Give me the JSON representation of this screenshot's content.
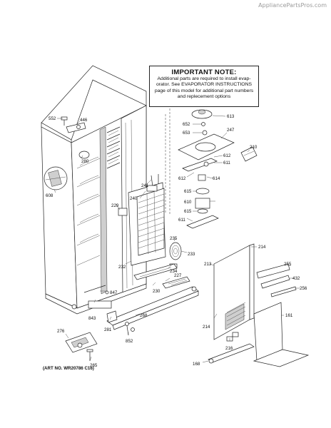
{
  "watermark": "AppliancePartsPros.com",
  "note": {
    "title": "IMPORTANT NOTE:",
    "lines": [
      "Additional parts are required to install evap-",
      "orator. See EVAPORATOR INSTRUCTIONS",
      "page of this model for additional part numbers",
      "and replecement options"
    ]
  },
  "art_number": "(ART NO. WR20786 C16)",
  "callouts": {
    "c552": "552",
    "c446": "446",
    "c280": "280",
    "c608": "608",
    "c613": "613",
    "c652": "652",
    "c653": "653",
    "c247": "247",
    "c210": "210",
    "c612a": "612",
    "c611a": "611",
    "c612b": "612",
    "c614": "614",
    "c615a": "615",
    "c610": "610",
    "c615b": "615",
    "c611b": "611",
    "c241": "241",
    "c240": "240",
    "c229": "229",
    "c235": "235",
    "c233": "233",
    "c234": "234",
    "c232": "232",
    "c227": "227",
    "c230": "230",
    "c214a": "214",
    "c213": "213",
    "c255": "255",
    "c432": "432",
    "c256": "256",
    "c847": "847",
    "c843": "843",
    "c281": "281",
    "c268a": "268",
    "c852": "852",
    "c214b": "214",
    "c161": "161",
    "c216": "216",
    "c276": "276",
    "c265": "265",
    "c168": "168"
  }
}
